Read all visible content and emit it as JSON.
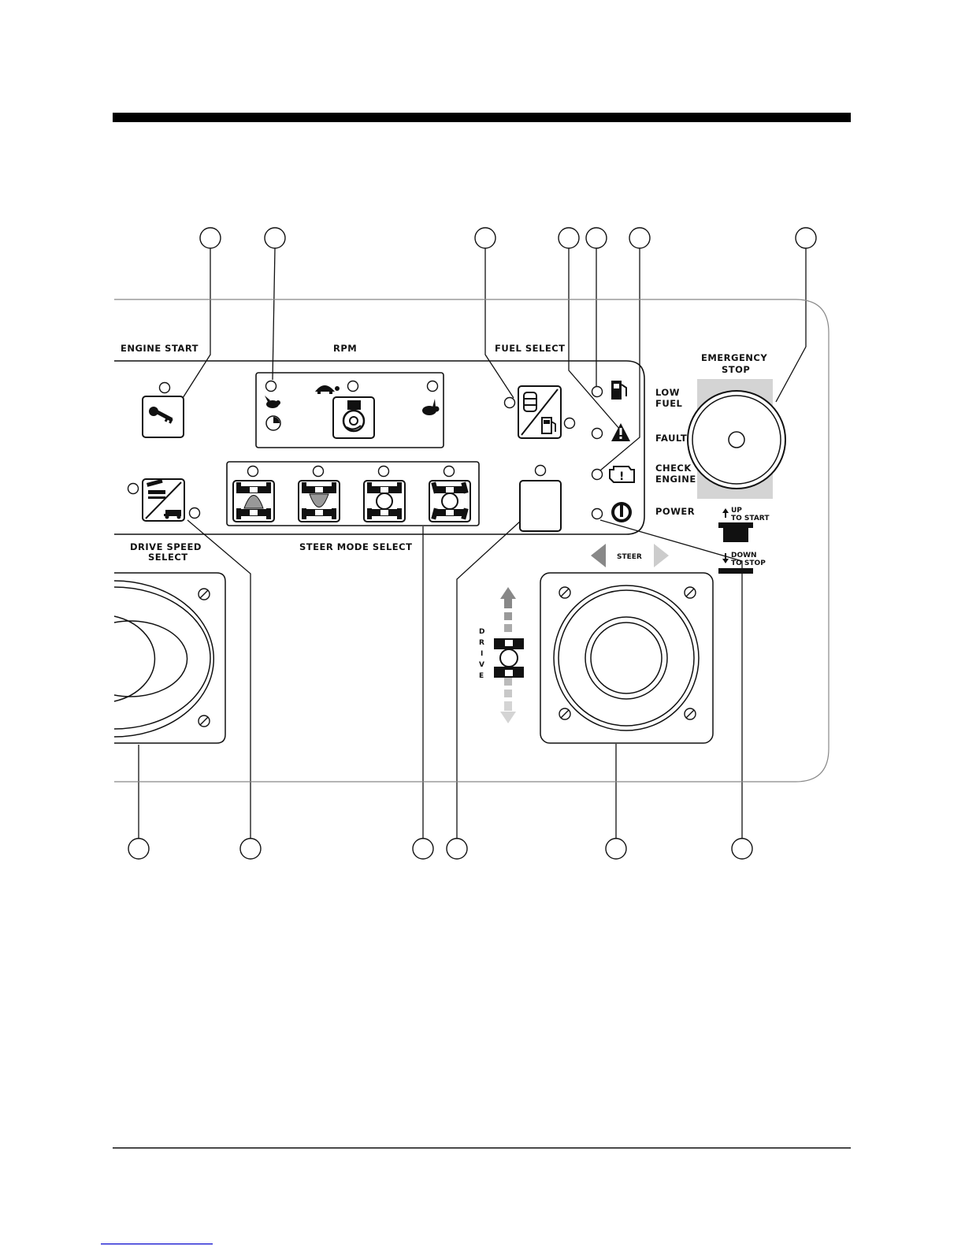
{
  "sections": {
    "engine_start": "ENGINE START",
    "rpm": "RPM",
    "fuel_select": "FUEL SELECT",
    "emergency_stop": [
      "EMERGENCY",
      "STOP"
    ],
    "drive_speed_select": [
      "DRIVE SPEED",
      "SELECT"
    ],
    "steer_mode_select": "STEER MODE SELECT"
  },
  "indicators": {
    "low_fuel": [
      "LOW",
      "FUEL"
    ],
    "fault": "FAULT",
    "check_engine": [
      "CHECK",
      "ENGINE"
    ],
    "power": "POWER"
  },
  "estop_instructions": {
    "up": [
      "UP",
      "TO START"
    ],
    "down": [
      "DOWN",
      "TO STOP"
    ]
  },
  "joystick_labels": {
    "steer": "STEER",
    "drive": [
      "D",
      "R",
      "I",
      "V",
      "E"
    ]
  },
  "icons": [
    "key-icon",
    "rabbit-icon",
    "turtle-icon",
    "engine-speed-icon",
    "fuel-tank-icon",
    "fuel-pump-icon",
    "warning-triangle-icon",
    "check-engine-icon",
    "power-icon",
    "steer-mode-icon"
  ]
}
